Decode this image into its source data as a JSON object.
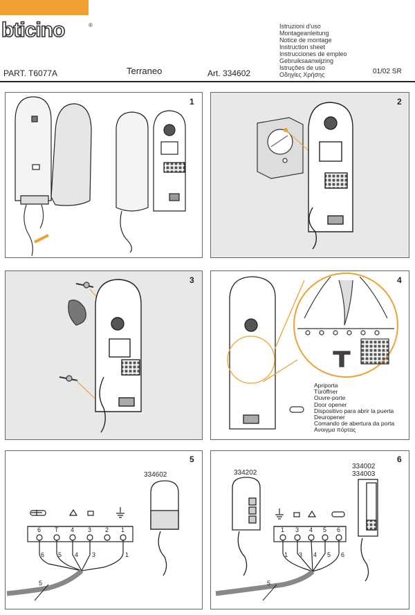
{
  "header": {
    "brand": "bticino",
    "reg_mark": "®",
    "languages": [
      "Istruzioni d'uso",
      "Montageanleitung",
      "Notice de montage",
      "Instruction sheet",
      "Instrucciones de empleo",
      "Gebruiksaanwijzing",
      "Istruções de uso",
      "Οδηγίες Χρήσης"
    ],
    "part": "PART. T6077A",
    "product_name": "Terraneo",
    "article": "Art. 334602",
    "date_code": "01/02  SR"
  },
  "panels": {
    "p1": "1",
    "p2": "2",
    "p3": "3",
    "p4": "4",
    "p5": "5",
    "p6": "6"
  },
  "door_opener": [
    "Apriporta",
    "Türöffner",
    "Ouvre-porte",
    "Door opener",
    "Dispositivo para abrir la puerta",
    "Deuropener",
    "Comando de abertura da porta",
    "Ανοιγμα πόρτας"
  ],
  "wiring5": {
    "model": "334602",
    "terminals": [
      "6",
      "T",
      "4",
      "3",
      "2",
      "1"
    ],
    "wire_labels": [
      "6",
      "5",
      "4",
      "3",
      "1"
    ],
    "cable": "5"
  },
  "wiring6": {
    "model_left": "334202",
    "models_right": [
      "334002",
      "334003"
    ],
    "terminals": [
      "1",
      "3",
      "4",
      "5",
      "6"
    ],
    "wire_labels": [
      "1",
      "3",
      "4",
      "5",
      "6"
    ],
    "cable": "5"
  },
  "colors": {
    "accent": "#f0a030",
    "panel_shade": "#e8e8e8",
    "cable": "#888888"
  }
}
